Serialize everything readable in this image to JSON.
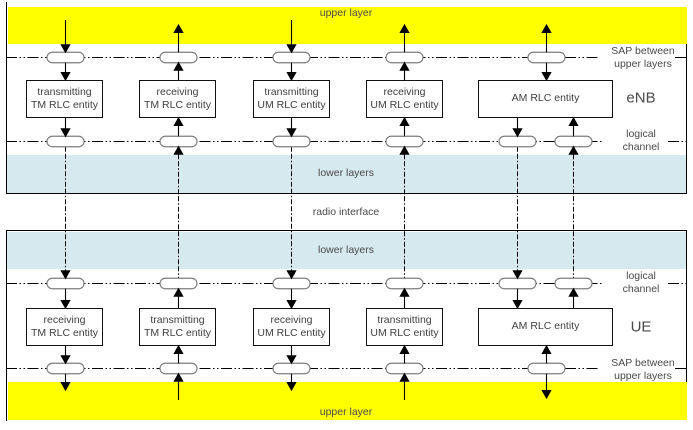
{
  "colors": {
    "upper_layer_band": "#ffff00",
    "lower_layer_band": "#d6e9ef",
    "box_border": "#111111",
    "pill_outline": "#7f7f7f",
    "text": "#4a4a4a"
  },
  "enb": {
    "side_label": "eNB",
    "upper_band_label": "upper layer",
    "lower_band_label": "lower layers",
    "sap_label": {
      "line1": "SAP between",
      "line2": "upper layers"
    },
    "logical_label": {
      "line1": "logical",
      "line2": "channel"
    },
    "entities": [
      {
        "line1": "transmitting",
        "line2": "TM RLC entity"
      },
      {
        "line1": "receiving",
        "line2": "TM RLC entity"
      },
      {
        "line1": "transmitting",
        "line2": "UM RLC entity"
      },
      {
        "line1": "receiving",
        "line2": "UM RLC entity"
      },
      {
        "line1": "AM RLC entity",
        "line2": ""
      }
    ]
  },
  "radio_interface_label": "radio interface",
  "ue": {
    "side_label": "UE",
    "upper_band_label": "upper layer",
    "lower_band_label": "lower layers",
    "sap_label": {
      "line1": "SAP between",
      "line2": "upper layers"
    },
    "logical_label": {
      "line1": "logical",
      "line2": "channel"
    },
    "entities": [
      {
        "line1": "receiving",
        "line2": "TM RLC entity"
      },
      {
        "line1": "transmitting",
        "line2": "TM RLC entity"
      },
      {
        "line1": "receiving",
        "line2": "UM RLC entity"
      },
      {
        "line1": "transmitting",
        "line2": "UM RLC entity"
      },
      {
        "line1": "AM RLC entity",
        "line2": ""
      }
    ]
  }
}
